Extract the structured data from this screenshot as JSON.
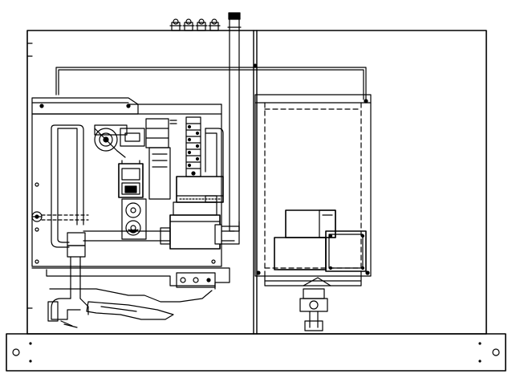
{
  "drawing": {
    "kind": "mechanical-line-drawing",
    "view": "front",
    "stroke_color": "#000000",
    "background_color": "#ffffff",
    "components": [
      "cabinet-housing",
      "vertical-divider",
      "top-connectors",
      "vertical-pipe",
      "electrical-panel",
      "terminal-block",
      "control-board",
      "thermostat-dial",
      "relay",
      "circuit-breaker",
      "pressure-gauge",
      "horizontal-manifold",
      "gas-valve",
      "valve-housing",
      "heat-exchanger-tank",
      "burner-block",
      "drain-valve",
      "inlet-pipe-elbow",
      "base-bracket",
      "skid-rail",
      "mounting-hole"
    ]
  }
}
